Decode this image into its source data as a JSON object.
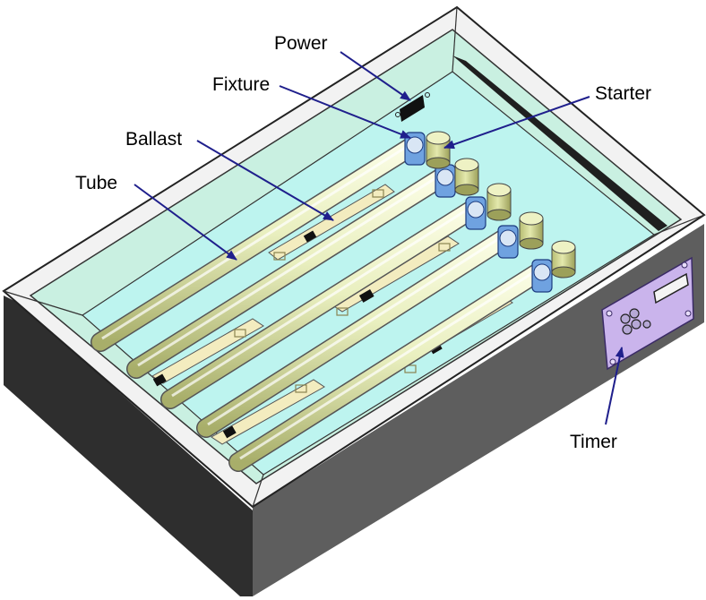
{
  "labels": {
    "power": "Power",
    "fixture": "Fixture",
    "starter": "Starter",
    "ballast": "Ballast",
    "tube": "Tube",
    "timer": "Timer"
  },
  "colors": {
    "outer_top": "#f2f2f2",
    "wall_inner": "#c9f0e1",
    "floor": "#bdf4ef",
    "side_dark": "#2e2e2e",
    "side_front": "#5e5e5e",
    "tube": "#e9efbf",
    "ballast": "#f3ecbf",
    "starter": "#d9df9d",
    "fixture": "#6fa2e0",
    "timer_panel": "#cab4ec",
    "arrow": "#1f1f8c"
  }
}
